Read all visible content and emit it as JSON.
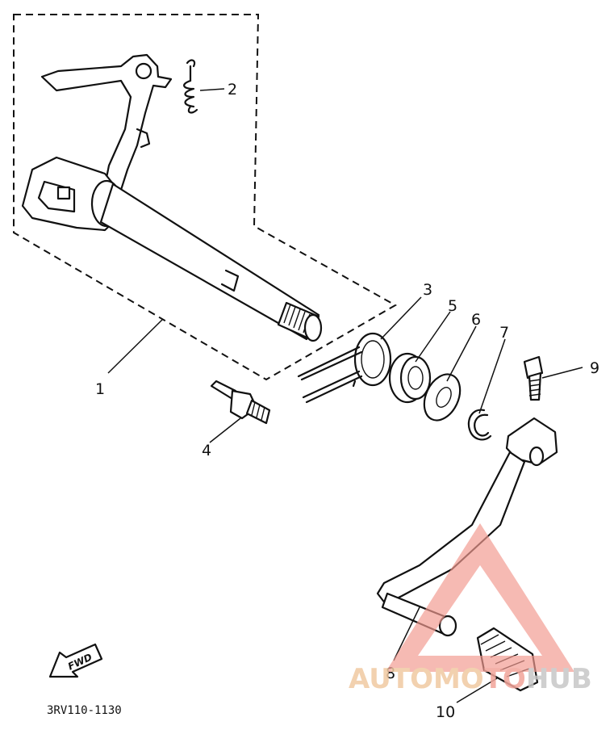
{
  "callouts": {
    "c1": "1",
    "c2": "2",
    "c3": "3",
    "c4": "4",
    "c5": "5",
    "c6": "6",
    "c7": "7",
    "c8": "8",
    "c9": "9",
    "c10": "10"
  },
  "fwd_label": "FWD",
  "diagram_code": "3RV110-1130",
  "watermark": {
    "part1": "AUTOMO",
    "part2": "TO",
    "part3": "HUB"
  }
}
